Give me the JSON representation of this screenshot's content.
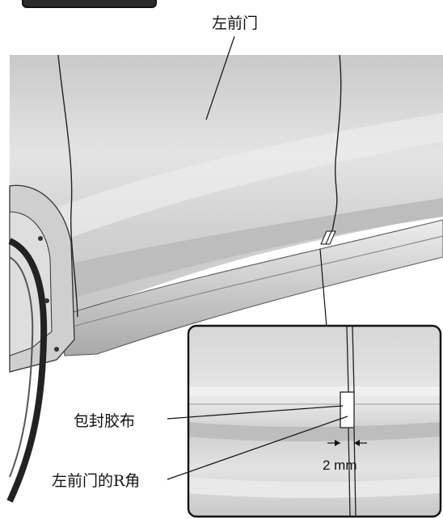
{
  "labels": {
    "left_front_door": "左前门",
    "sealing_tape": "包封胶布",
    "door_r_corner": "左前门的R角",
    "gap": "2 mm"
  },
  "colors": {
    "body_panel": "#dcdcdc",
    "shadow": "#9a9a9a",
    "line": "#1a1a1a"
  }
}
